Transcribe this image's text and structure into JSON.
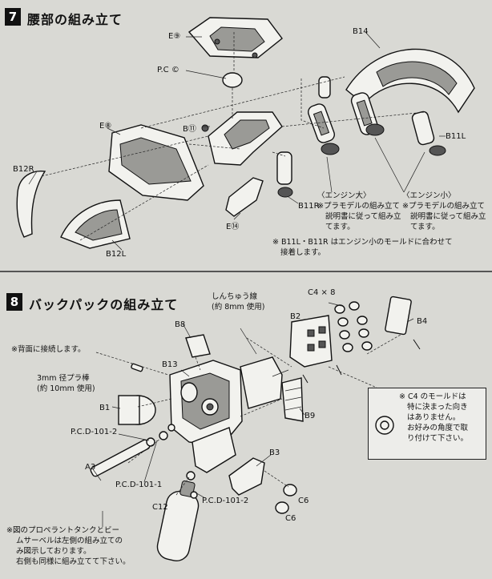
{
  "section1": {
    "step_number": "7",
    "title": "腰部の組み立て",
    "labels": {
      "e9": "E⑨",
      "pc_c": "P.C ©",
      "b14": "B14",
      "e8": "E⑧",
      "b11": "B⑪",
      "b11l": "B11L",
      "b12r": "B12R",
      "b11r": "B11R",
      "e14": "E⑭",
      "b12l": "B12L"
    },
    "engine_large": {
      "title": "〈エンジン大〉",
      "lines": [
        "※プラモデルの組み立て",
        "説明書に従って組み立",
        "てます。"
      ]
    },
    "engine_small": {
      "title": "〈エンジン小〉",
      "lines": [
        "※プラモデルの組み立て",
        "説明書に従って組み立",
        "てます。"
      ]
    },
    "footnote": [
      "※ B11L・B11R はエンジン小のモールドに合わせて",
      "接着します。"
    ]
  },
  "section2": {
    "step_number": "8",
    "title": "バックパックの組み立て",
    "labels": {
      "b8": "B8",
      "b2": "B2",
      "c4x8": "C4 × 8",
      "b4": "B4",
      "b13": "B13",
      "b1": "B1",
      "b9": "B9",
      "pcd_101_2a": "P.C.D-101-2",
      "b3": "B3",
      "a3": "A3",
      "pcd_101_1": "P.C.D-101-1",
      "c12": "C12",
      "pcd_101_2b": "P.C.D-101-2",
      "c6a": "C6",
      "c6b": "C6"
    },
    "wire_note": [
      "しんちゅう線",
      "(約 8mm 使用)"
    ],
    "back_note": "※背面に接続します。",
    "rod_note": [
      "3mm 径プラ棒",
      "(約 10mm 使用)"
    ],
    "c4_note": [
      "※ C4 のモールドは",
      "特に決まった向き",
      "はありません。",
      "お好みの角度で取",
      "り付けて下さい。"
    ],
    "bottom_note": [
      "※図のプロペラントタンクとビー",
      "ムサーベルは左側の組み立ての",
      "み図示しております。",
      "右側も同様に組み立てて下さい。"
    ]
  }
}
